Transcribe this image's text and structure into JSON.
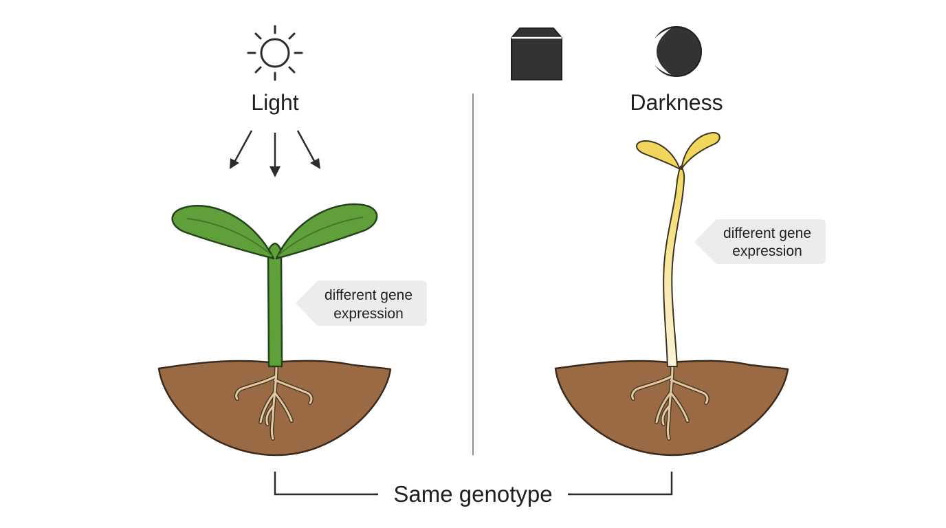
{
  "left_panel": {
    "condition_label": "Light",
    "icon": "sun-icon",
    "callout_line1": "different gene",
    "callout_line2": "expression"
  },
  "right_panel": {
    "condition_label": "Darkness",
    "icons": [
      "dark-box-icon",
      "moon-icon"
    ],
    "callout_line1": "different gene",
    "callout_line2": "expression"
  },
  "footer": {
    "bracket_label": "Same genotype"
  },
  "colors": {
    "leaf_green": "#5fa03a",
    "etiolated_yellow": "#f2d65c",
    "soil_brown": "#9a6a44",
    "root_tan": "#e2c9a0",
    "callout_bg": "#ececec",
    "ink": "#2b2b2b",
    "divider": "#8c8c8c"
  }
}
